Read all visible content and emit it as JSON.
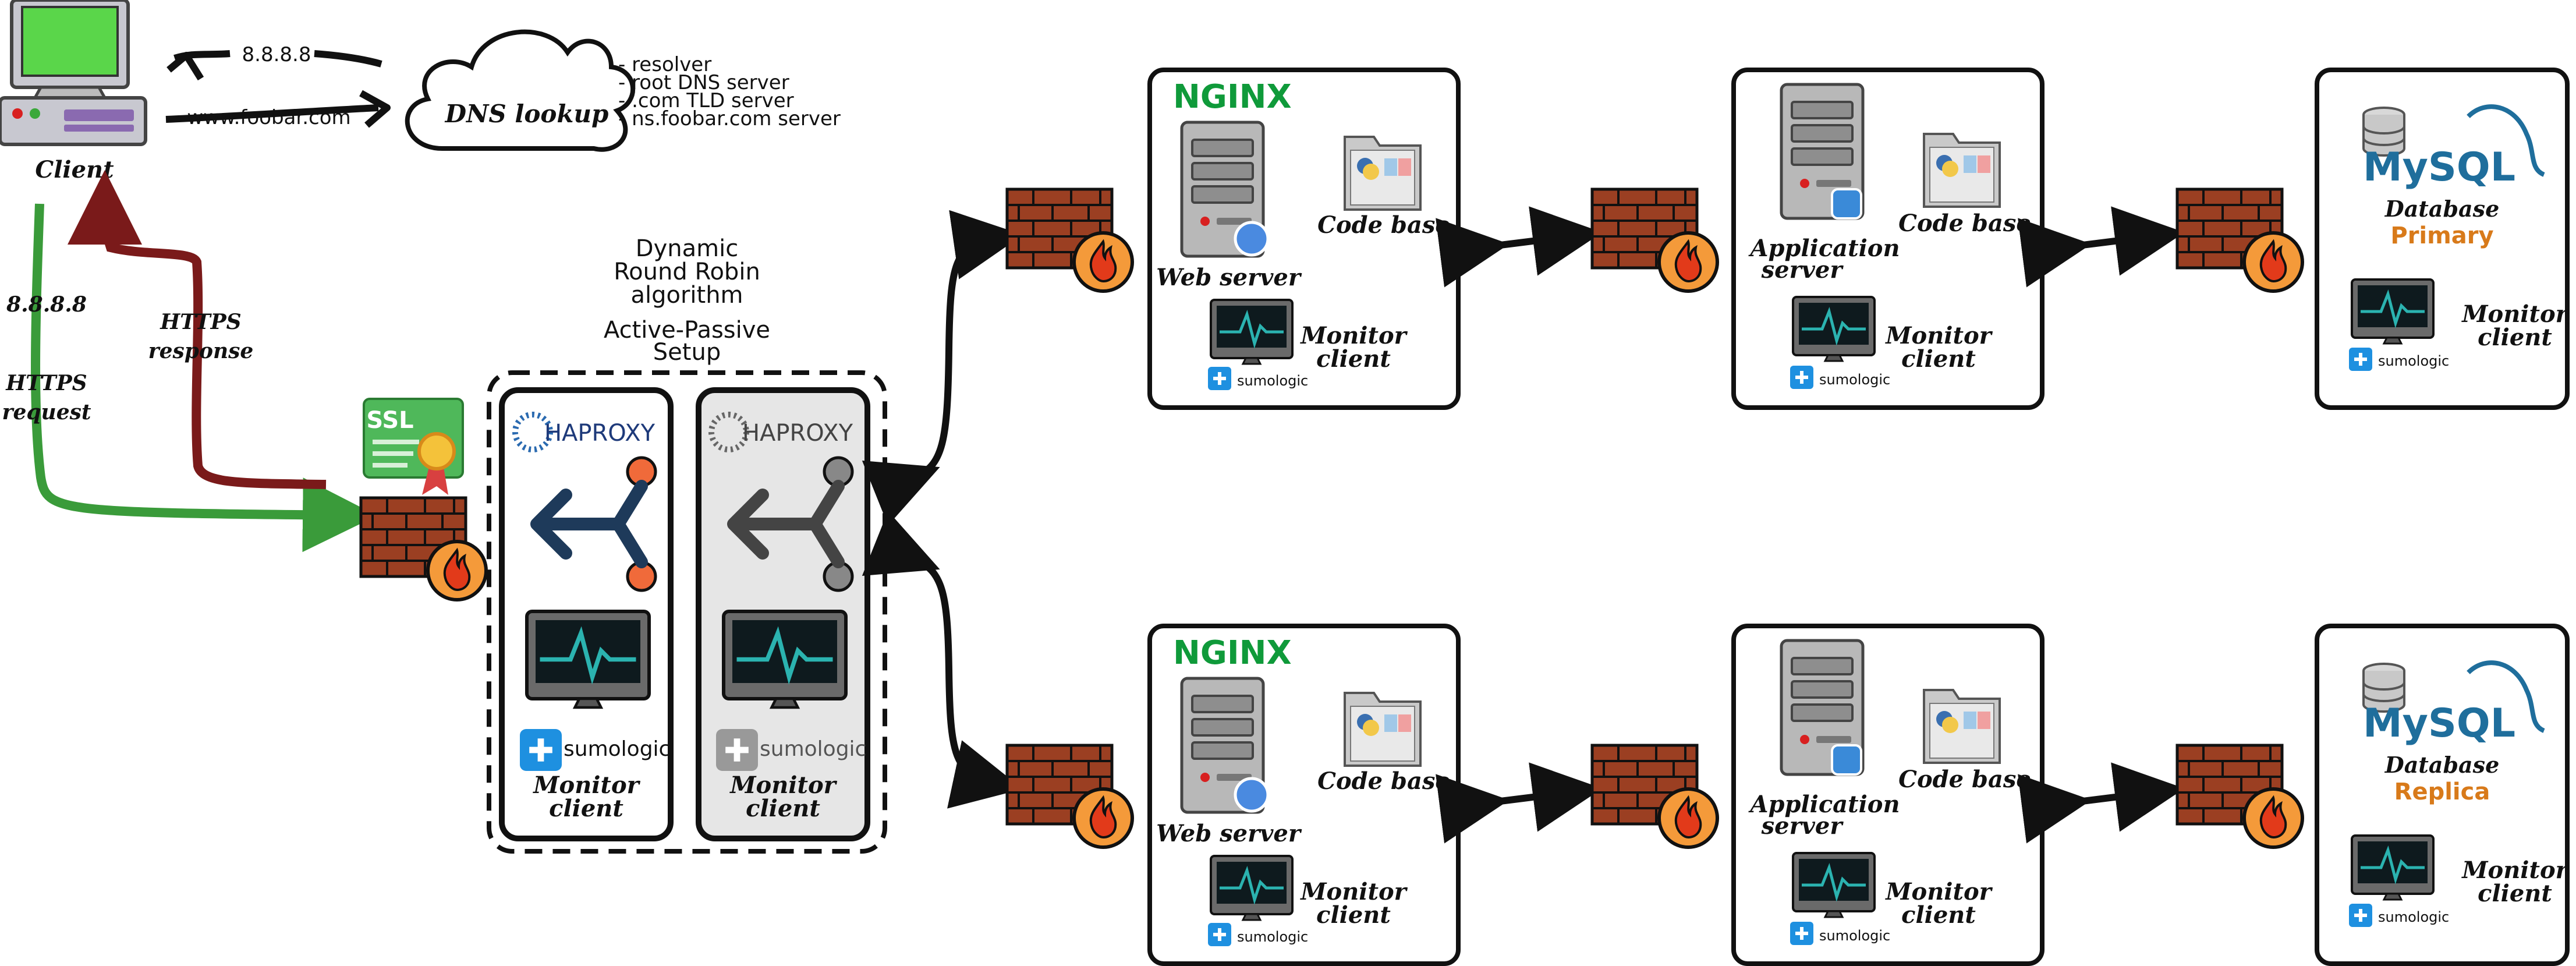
{
  "client": {
    "label": "Client",
    "dns_query_ip": "8.8.8.8",
    "dns_query_domain": "www.foobar.com"
  },
  "dns": {
    "label": "DNS lookup",
    "steps": [
      "- resolver",
      "- root DNS server",
      "- .com TLD server",
      "- ns.foobar.com server"
    ]
  },
  "https": {
    "request_ip": "8.8.8.8",
    "request_label_1": "HTTPS",
    "request_label_2": "request",
    "response_label_1": "HTTPS",
    "response_label_2": "response"
  },
  "ssl": {
    "label": "SSL"
  },
  "load_balancer": {
    "algorithm_1": "Dynamic",
    "algorithm_2": "Round Robin",
    "algorithm_3": "algorithm",
    "setup_1": "Active-Passive",
    "setup_2": "Setup",
    "active": {
      "brand": "HAPROXY",
      "monitor_1": "Monitor",
      "monitor_2": "client",
      "monitor_brand": "sumologic"
    },
    "passive": {
      "brand": "HAPROXY",
      "monitor_1": "Monitor",
      "monitor_2": "client",
      "monitor_brand": "sumologic"
    }
  },
  "rows": [
    {
      "web": {
        "brand": "NGINX",
        "server": "Web server",
        "codebase": "Code base",
        "monitor_1": "Monitor",
        "monitor_2": "client",
        "monitor_brand": "sumologic"
      },
      "app": {
        "server_1": "Application",
        "server_2": "server",
        "codebase": "Code base",
        "monitor_1": "Monitor",
        "monitor_2": "client",
        "monitor_brand": "sumologic"
      },
      "db": {
        "brand": "MySQL",
        "label": "Database",
        "role": "Primary",
        "monitor_1": "Monitor",
        "monitor_2": "client",
        "monitor_brand": "sumologic"
      }
    },
    {
      "web": {
        "brand": "NGINX",
        "server": "Web server",
        "codebase": "Code base",
        "monitor_1": "Monitor",
        "monitor_2": "client",
        "monitor_brand": "sumologic"
      },
      "app": {
        "server_1": "Application",
        "server_2": "server",
        "codebase": "Code base",
        "monitor_1": "Monitor",
        "monitor_2": "client",
        "monitor_brand": "sumologic"
      },
      "db": {
        "brand": "MySQL",
        "label": "Database",
        "role": "Replica",
        "monitor_1": "Monitor",
        "monitor_2": "client",
        "monitor_brand": "sumologic"
      }
    }
  ],
  "colors": {
    "request_arrow": "#3a9b3a",
    "response_arrow": "#7a1a1a",
    "brick": "#a8482a",
    "fire": "#f08a2a",
    "nginx": "#0f9a3a",
    "mysql_blue": "#1f6e9c",
    "db_role": "#d87a1a",
    "sumo": "#1e90e0",
    "haproxy_active": "#1e3a5a",
    "haproxy_passive": "#444444"
  }
}
